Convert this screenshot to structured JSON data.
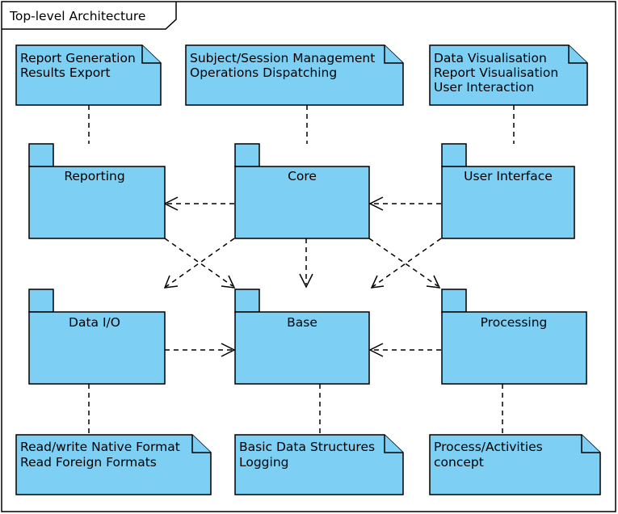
{
  "frame": {
    "title": "Top-level Architecture"
  },
  "colors": {
    "fill": "#7DCFF4",
    "stroke": "#000000",
    "background": "#FFFFFF"
  },
  "packages": {
    "reporting": {
      "name": "Reporting"
    },
    "core": {
      "name": "Core"
    },
    "ui": {
      "name": "User Interface"
    },
    "dataio": {
      "name": "Data I/O"
    },
    "base": {
      "name": "Base"
    },
    "processing": {
      "name": "Processing"
    }
  },
  "notes": {
    "reporting": {
      "lines": [
        "Report Generation",
        "Results Export"
      ]
    },
    "core": {
      "lines": [
        "Subject/Session Management",
        "Operations Dispatching"
      ]
    },
    "ui": {
      "lines": [
        "Data Visualisation",
        "Report Visualisation",
        "User Interaction"
      ]
    },
    "dataio": {
      "lines": [
        "Read/write Native Format",
        "Read Foreign Formats"
      ]
    },
    "base": {
      "lines": [
        "Basic Data Structures",
        "Logging"
      ]
    },
    "processing": {
      "lines": [
        "Process/Activities",
        "concept"
      ]
    }
  },
  "dependencies": [
    {
      "from": "core",
      "to": "reporting"
    },
    {
      "from": "ui",
      "to": "core"
    },
    {
      "from": "core",
      "to": "dataio"
    },
    {
      "from": "core",
      "to": "base"
    },
    {
      "from": "core",
      "to": "processing"
    },
    {
      "from": "reporting",
      "to": "base"
    },
    {
      "from": "ui",
      "to": "base"
    },
    {
      "from": "dataio",
      "to": "base"
    },
    {
      "from": "processing",
      "to": "base"
    }
  ]
}
